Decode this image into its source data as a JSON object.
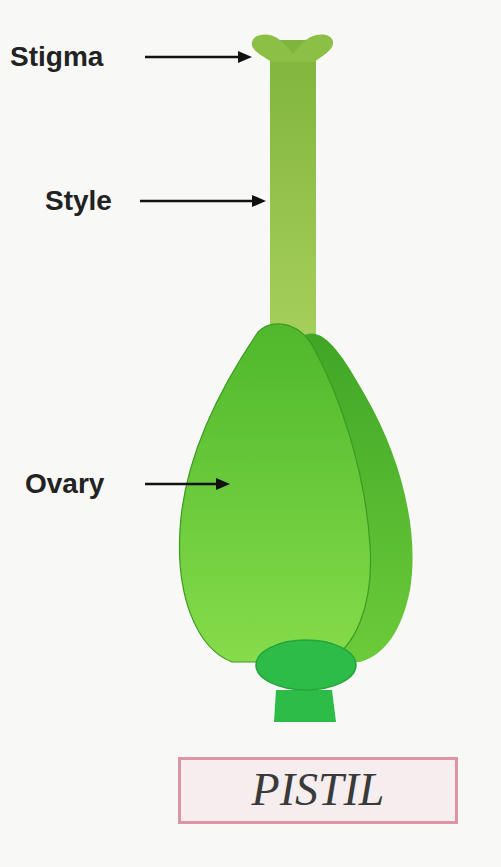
{
  "diagram": {
    "nodes": [
      {
        "text": [
          "PISTIL"
        ]
      }
    ],
    "labels": [
      "Stigma",
      "Style",
      "Ovary"
    ]
  }
}
